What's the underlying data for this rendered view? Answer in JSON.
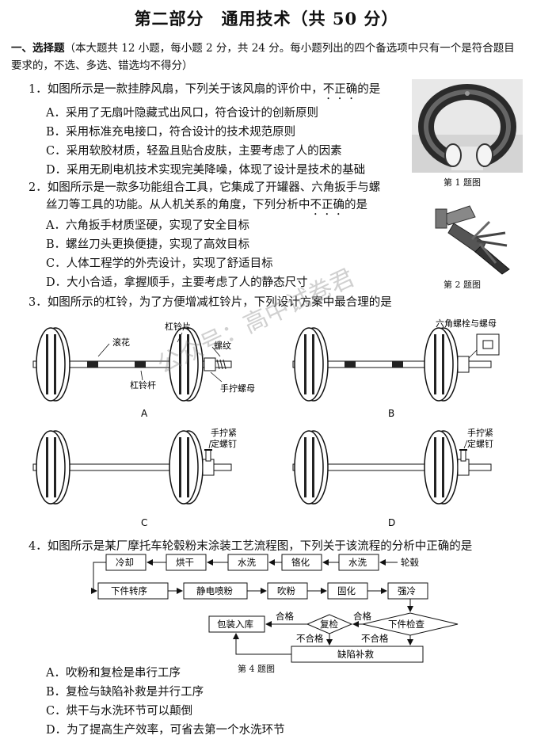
{
  "title": "第二部分　通用技术（共 50 分）",
  "section": {
    "head": "一、选择题",
    "note": "（本大题共 12 小题，每小题 2 分，共 24 分。每小题列出的四个备选项中只有一个是符合题目要求的，不选、多选、错选均不得分）"
  },
  "q1": {
    "stem_pre": "1．如图所示是一款挂脖风扇，下列关于该风扇的评价中，",
    "stem_em": "不正确",
    "stem_post": "的是",
    "A": "A．采用了无扇叶隐藏式出风口，符合设计的创新原则",
    "B": "B．采用标准充电接口，符合设计的技术规范原则",
    "C": "C．采用软胶材质，轻盈且贴合皮肤，主要考虑了人的因素",
    "D": "D．采用无刷电机技术实现完美降噪，体现了设计是技术的基础",
    "caption": "第 1 题图"
  },
  "q2": {
    "line1": "2．如图所示是一款多功能组合工具，它集成了开罐器、六角扳手与螺",
    "line2_pre": "丝刀等工具的功能。从人机关系的角度，下列分析中",
    "line2_em": "不正确",
    "line2_post": "的是",
    "A": "A．六角扳手材质坚硬，实现了安全目标",
    "B": "B．螺丝刀头更换便捷，实现了高效目标",
    "C": "C．人体工程学的外壳设计，实现了舒适目标",
    "D": "D．大小合适，拿握顺手，主要考虑了人的静态尺寸",
    "caption": "第 2 题图"
  },
  "q3": {
    "stem": "3．如图所示的杠铃，为了方便增减杠铃片，下列设计方案中最合理的是",
    "labels": {
      "gunhua": "滚花",
      "pian": "杠铃片",
      "luowen": "螺纹",
      "gan": "杠铃杆",
      "muA": "手拧螺母",
      "hex": "六角螺栓与螺母",
      "screw1": "手拧紧",
      "screw2": "定螺钉"
    },
    "A": "A",
    "B": "B",
    "C": "C",
    "D": "D"
  },
  "watermark": "公众号：高中试卷君",
  "q4": {
    "stem": "4．如图所示是某厂摩托车轮毂粉末涂装工艺流程图，下列关于该流程的分析中正确的是",
    "flow": {
      "lunguo": "轮毂",
      "shuixi": "水洗",
      "gehua": "铬化",
      "honggan": "烘干",
      "lengque": "冷却",
      "xiajian": "下件转序",
      "jingdian": "静电喷粉",
      "chuifen": "吹粉",
      "guhua": "固化",
      "qiangleng": "强冷",
      "jiancha": "下件检查",
      "fujian": "复检",
      "baozhuang": "包装入库",
      "quexian": "缺陷补救",
      "hege": "合格",
      "buhege": "不合格"
    },
    "caption": "第 4 题图",
    "A": "A．吹粉和复检是串行工序",
    "B": "B．复检与缺陷补救是并行工序",
    "C": "C．烘干与水洗环节可以颠倒",
    "D": "D．为了提高生产效率，可省去第一个水洗环节"
  }
}
